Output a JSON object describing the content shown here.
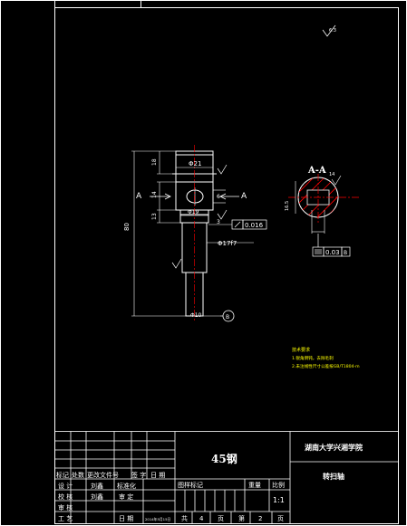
{
  "drawing": {
    "section_label": "A-A",
    "cut_letter_left": "A",
    "cut_letter_right": "A",
    "dims": {
      "d_top": "Φ21",
      "d_mid": "Φ19",
      "d_shaft": "Φ17f7",
      "d_bottom": "Φ10",
      "len_total": "80",
      "len_top": "18",
      "len_mid": "14",
      "len_low": "13",
      "len_small": "3",
      "key_width": "6",
      "section_depth": "16.5",
      "section_slot": "14"
    },
    "tolerances": {
      "runout": "0.016",
      "symmetry": "0.03",
      "symmetry_datum": "B",
      "datum_circle": "B"
    },
    "roughness_top_right": "6.3",
    "tech_req": {
      "title": "技术要求",
      "line1": "1.锐角倒钝，去除毛刺",
      "line2": "2.未注线性尺寸公差按GB/T1804-m"
    }
  },
  "title_block": {
    "material": "45钢",
    "school": "湖南大学兴湘学院",
    "part_name": "转扫轴",
    "rev_headers": [
      "标记",
      "处数",
      "更改文件号",
      "签 字",
      "日 期"
    ],
    "row_design": "设 计",
    "designer": "刘鑫",
    "std": "标准化",
    "row_check": "校 核",
    "checker": "刘鑫",
    "approve_std": "审 定",
    "row_audit": "审 核",
    "row_process": "工 艺",
    "date_label": "日 期",
    "date_value": "2014年5月15日",
    "stage_label": "图样标记",
    "weight_label": "重量",
    "scale_label": "比例",
    "scale_value": "1:1",
    "total_label": "共",
    "total_value": "4",
    "page_unit_1": "页",
    "sheet_label": "第",
    "sheet_value": "2",
    "page_unit_2": "页"
  }
}
